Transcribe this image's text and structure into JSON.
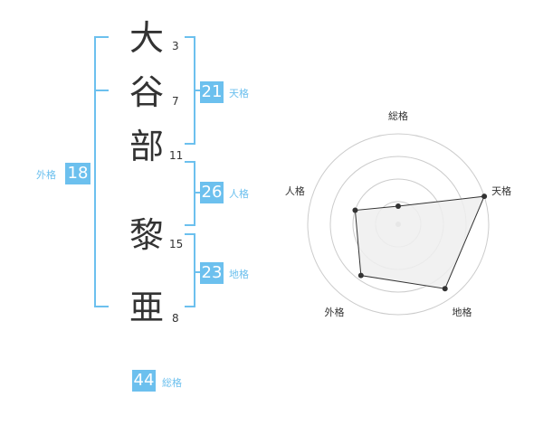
{
  "name": {
    "chars": [
      {
        "char": "大",
        "strokes": "3"
      },
      {
        "char": "谷",
        "strokes": "7"
      },
      {
        "char": "部",
        "strokes": "11"
      },
      {
        "char": "黎",
        "strokes": "15"
      },
      {
        "char": "亜",
        "strokes": "8"
      }
    ]
  },
  "kakusu": {
    "tenkaku": {
      "value": "21",
      "label": "天格"
    },
    "jinkaku": {
      "value": "26",
      "label": "人格"
    },
    "chikaku": {
      "value": "23",
      "label": "地格"
    },
    "gaikaku": {
      "value": "18",
      "label": "外格"
    },
    "soukaku": {
      "value": "44",
      "label": "総格"
    }
  },
  "radar": {
    "axes": [
      "総格",
      "天格",
      "地格",
      "外格",
      "人格"
    ],
    "values": [
      0.2,
      1.0,
      0.88,
      0.7,
      0.5
    ],
    "max": 1.0,
    "rings": 4,
    "fill_color": "#eeeeee",
    "line_color": "#333333",
    "ring_color": "#cccccc"
  },
  "colors": {
    "accent": "#6cc0ee",
    "text": "#333333"
  }
}
